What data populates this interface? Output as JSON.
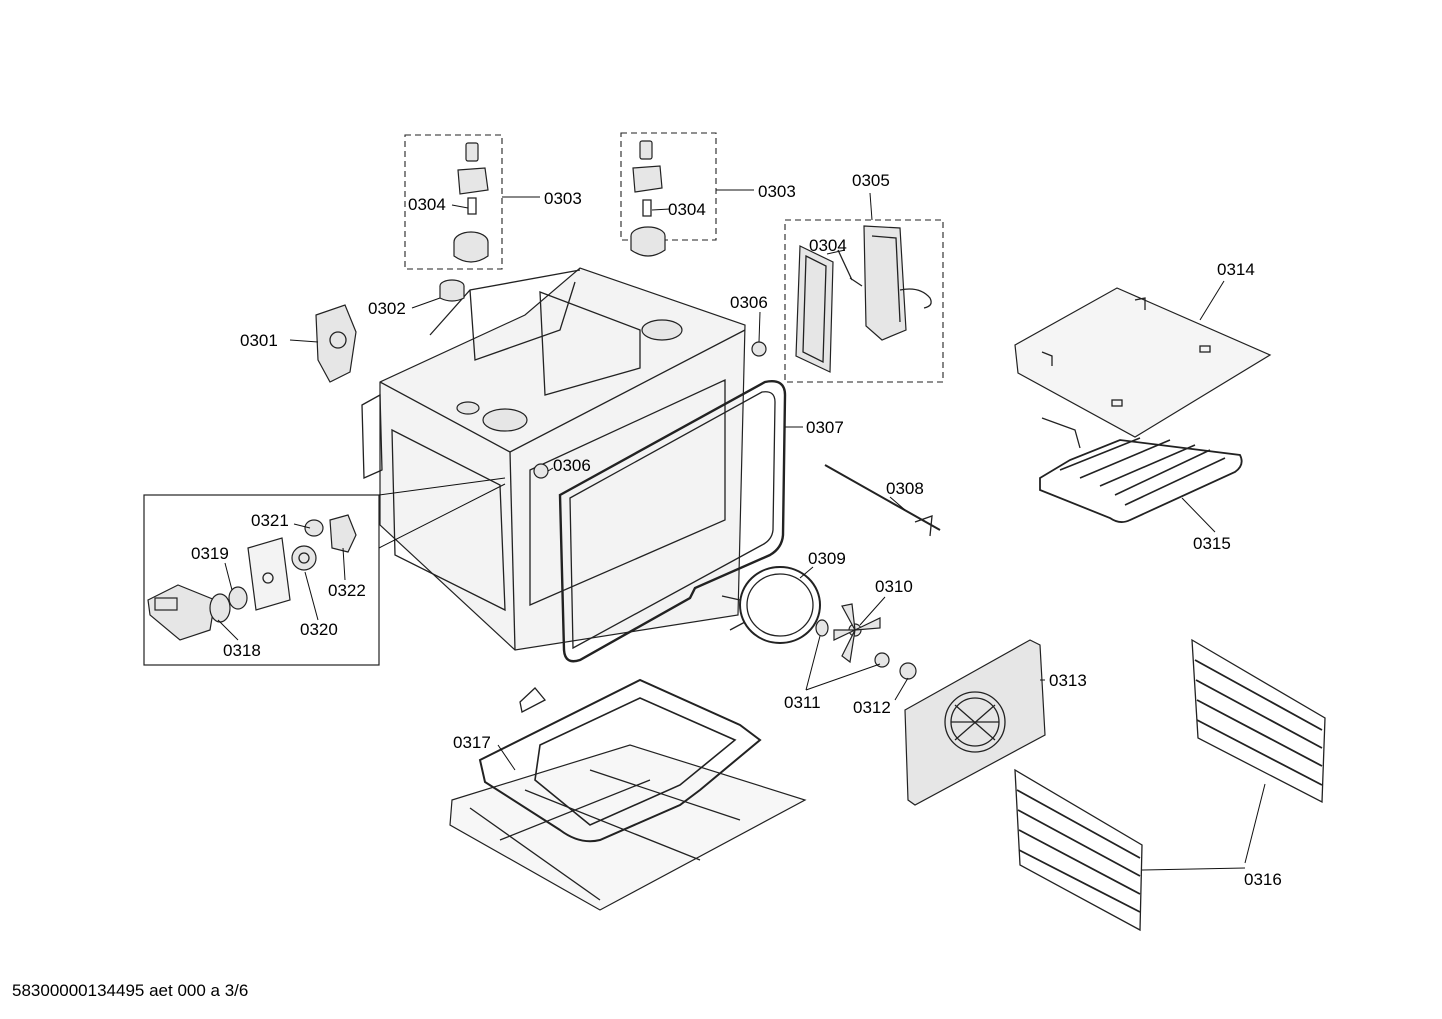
{
  "footer": "58300000134495 aet 000 a 3/6",
  "labels": {
    "p0301": "0301",
    "p0302": "0302",
    "p0303a": "0303",
    "p0303b": "0303",
    "p0304a": "0304",
    "p0304b": "0304",
    "p0304c": "0304",
    "p0305": "0305",
    "p0306a": "0306",
    "p0306b": "0306",
    "p0307": "0307",
    "p0308": "0308",
    "p0309": "0309",
    "p0310": "0310",
    "p0311": "0311",
    "p0312": "0312",
    "p0313": "0313",
    "p0314": "0314",
    "p0315": "0315",
    "p0316": "0316",
    "p0317": "0317",
    "p0318": "0318",
    "p0319": "0319",
    "p0320": "0320",
    "p0321": "0321",
    "p0322": "0322"
  }
}
